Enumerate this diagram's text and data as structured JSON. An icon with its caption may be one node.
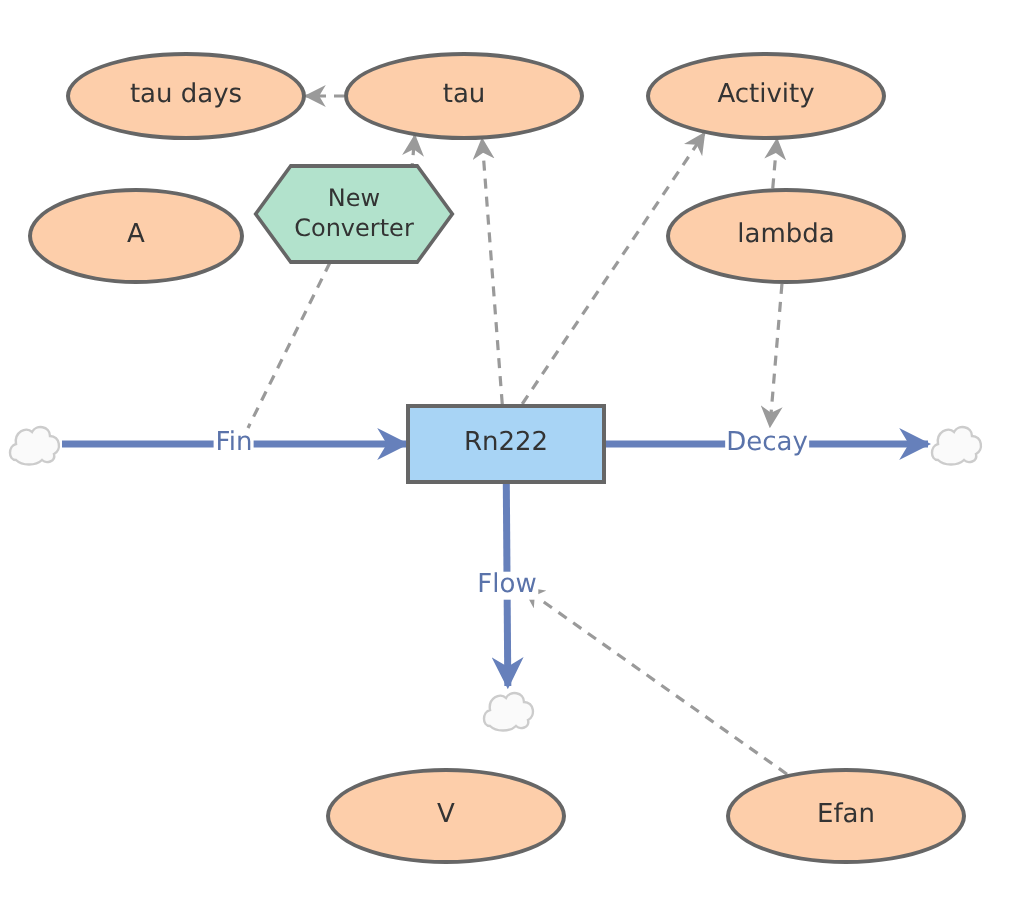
{
  "diagram": {
    "nodes": [
      {
        "text": [
          "tau days"
        ]
      },
      {
        "text": [
          "tau"
        ]
      },
      {
        "text": [
          "Activity"
        ]
      },
      {
        "text": [
          "A"
        ]
      },
      {
        "text": [
          "New Converter"
        ]
      },
      {
        "text": [
          "lambda"
        ]
      },
      {
        "text": [],
        "shape": "cloud"
      },
      {
        "text": [
          "Rn222"
        ]
      },
      {
        "text": [],
        "shape": "cloud"
      },
      {
        "text": [],
        "shape": "cloud"
      },
      {
        "text": [
          "V"
        ]
      },
      {
        "text": [
          "Efan"
        ]
      }
    ],
    "edges": [
      {
        "from": 6,
        "to": 7,
        "arrow": "to",
        "label": "Fin",
        "style": "thick",
        "color": "#6680bb"
      },
      {
        "from": 7,
        "to": 8,
        "arrow": "to",
        "label": "Decay",
        "style": "thick",
        "color": "#6680bb"
      },
      {
        "from": 7,
        "to": 9,
        "arrow": "to",
        "label": "Flow",
        "style": "thick",
        "color": "#6680bb"
      },
      {
        "from": 1,
        "to": 0,
        "arrow": "to",
        "style": "dashed"
      },
      {
        "from": 4,
        "to": 1,
        "arrow": "to",
        "style": "dashed"
      },
      {
        "from": 4,
        "to": null,
        "arrow": "none",
        "style": "dashed"
      },
      {
        "from": 7,
        "to": 1,
        "arrow": "to",
        "style": "dashed"
      },
      {
        "from": 7,
        "to": 2,
        "arrow": "to",
        "style": "dashed"
      },
      {
        "from": 5,
        "to": 2,
        "arrow": "to",
        "style": "dashed"
      },
      {
        "from": 5,
        "to": null,
        "arrow": "to",
        "style": "dashed"
      },
      {
        "from": 11,
        "to": null,
        "arrow": "to",
        "style": "dashed"
      }
    ]
  }
}
